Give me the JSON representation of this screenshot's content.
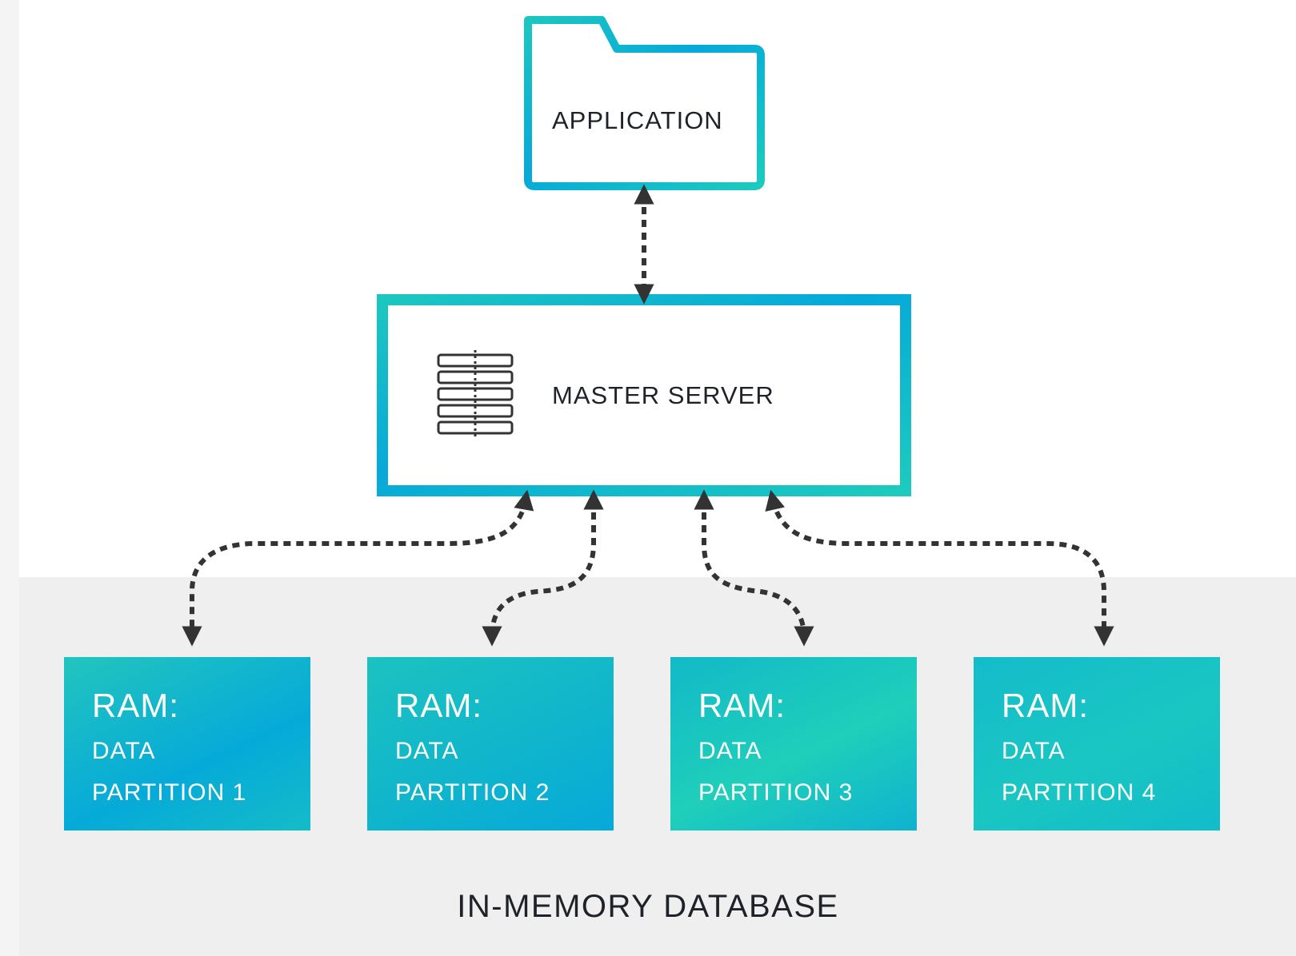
{
  "application": {
    "label": "APPLICATION"
  },
  "master_server": {
    "label": "MASTER SERVER",
    "icon": "server-rack-icon"
  },
  "partitions": [
    {
      "ram": "RAM:",
      "line1": "DATA",
      "line2": "PARTITION 1"
    },
    {
      "ram": "RAM:",
      "line1": "DATA",
      "line2": "PARTITION 2"
    },
    {
      "ram": "RAM:",
      "line1": "DATA",
      "line2": "PARTITION 3"
    },
    {
      "ram": "RAM:",
      "line1": "DATA",
      "line2": "PARTITION 4"
    }
  ],
  "zone_label": "IN-MEMORY DATABASE",
  "colors": {
    "accent_teal": "#1cc7c0",
    "accent_blue": "#06a9d9",
    "arrow": "#333333",
    "zone_background": "#efefef"
  }
}
